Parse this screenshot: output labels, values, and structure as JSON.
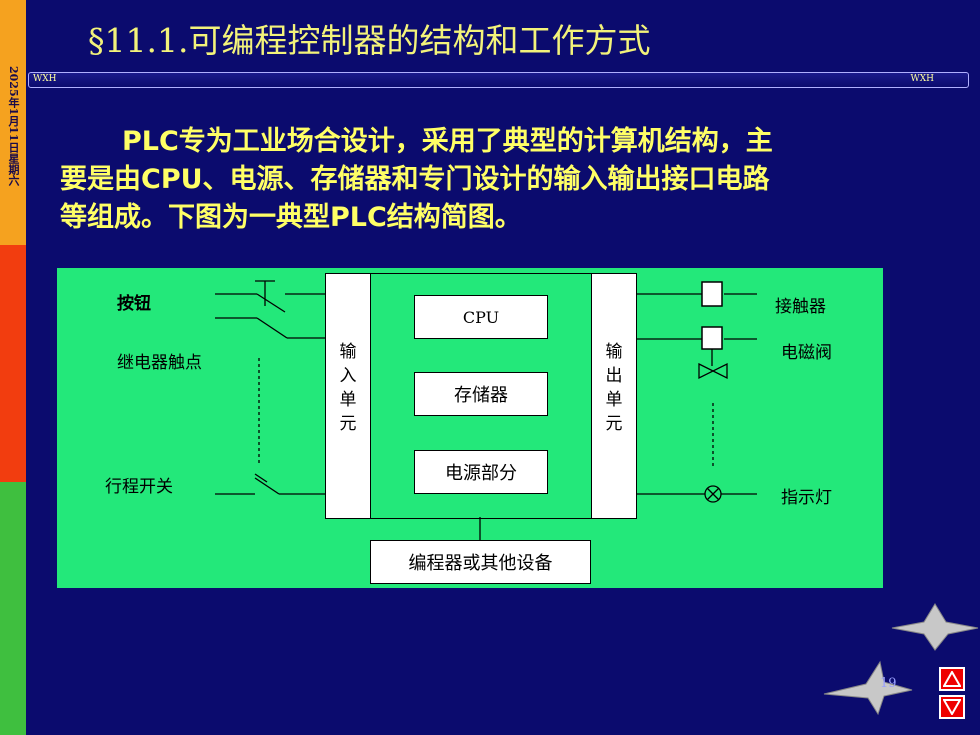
{
  "sidebar": {
    "date": "2025年1月11日星期六"
  },
  "header": {
    "title": "§11.1.可编程控制器的结构和工作方式",
    "bar_left": "WXH",
    "bar_right": "WXH"
  },
  "body": {
    "line1": "PLC专为工业场合设计，采用了典型的计算机结构，主",
    "line2": "要是由CPU、电源、存储器和专门设计的输入输出接口电路",
    "line3": "等组成。下图为一典型PLC结构简图。"
  },
  "diagram": {
    "left_labels": {
      "button": "按钮",
      "relay": "继电器触点",
      "limit_switch": "行程开关"
    },
    "right_labels": {
      "contactor": "接触器",
      "solenoid_valve": "电磁阀",
      "indicator": "指示灯"
    },
    "input_unit": [
      "输",
      "入",
      "单",
      "元"
    ],
    "output_unit": [
      "输",
      "出",
      "单",
      "元"
    ],
    "cpu": "CPU",
    "memory": "存储器",
    "power": "电源部分",
    "programmer": "编程器或其他设备"
  },
  "footer": {
    "page_number": "19"
  },
  "colors": {
    "background": "#0b0b6e",
    "title": "#f3f37a",
    "text": "#ffff66",
    "diagram_bg": "#23e87a"
  }
}
